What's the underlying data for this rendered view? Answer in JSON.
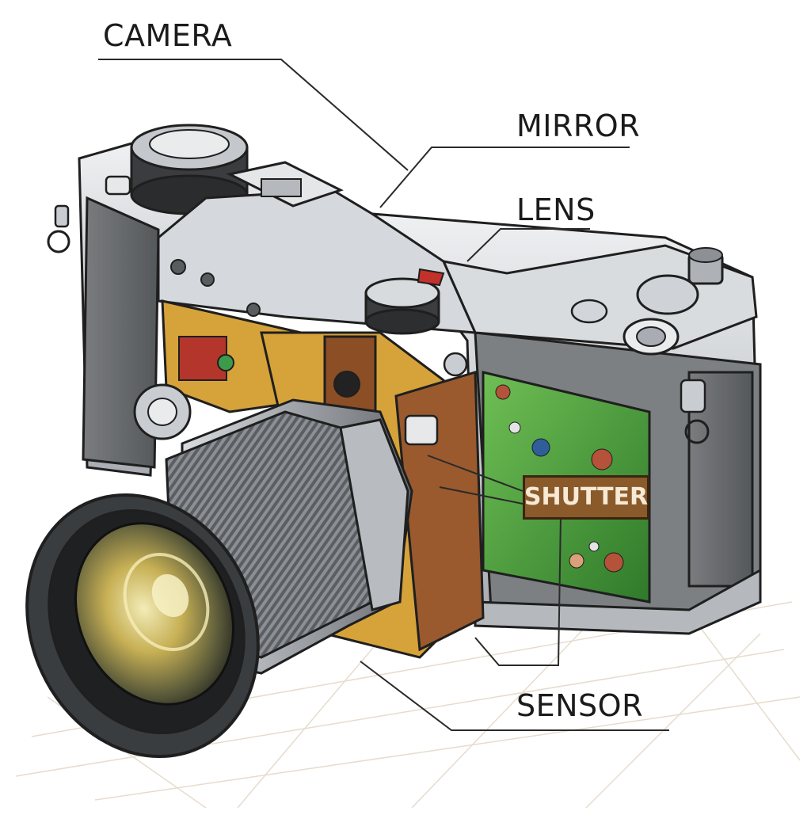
{
  "labels": {
    "camera": "CAMERA",
    "mirror": "MIRROR",
    "lens": "LENS",
    "shutter": "SHUTTER",
    "sensor": "SENSOR"
  },
  "colors": {
    "body_silver": "#c9cdd2",
    "body_grip": "#6e7072",
    "cutaway_gold": "#d6a23a",
    "cutaway_brown": "#9a5a2e",
    "screen_green": "#4f9a3c",
    "lens_glass": "#c9b45a",
    "outline": "#1f1f1f"
  }
}
